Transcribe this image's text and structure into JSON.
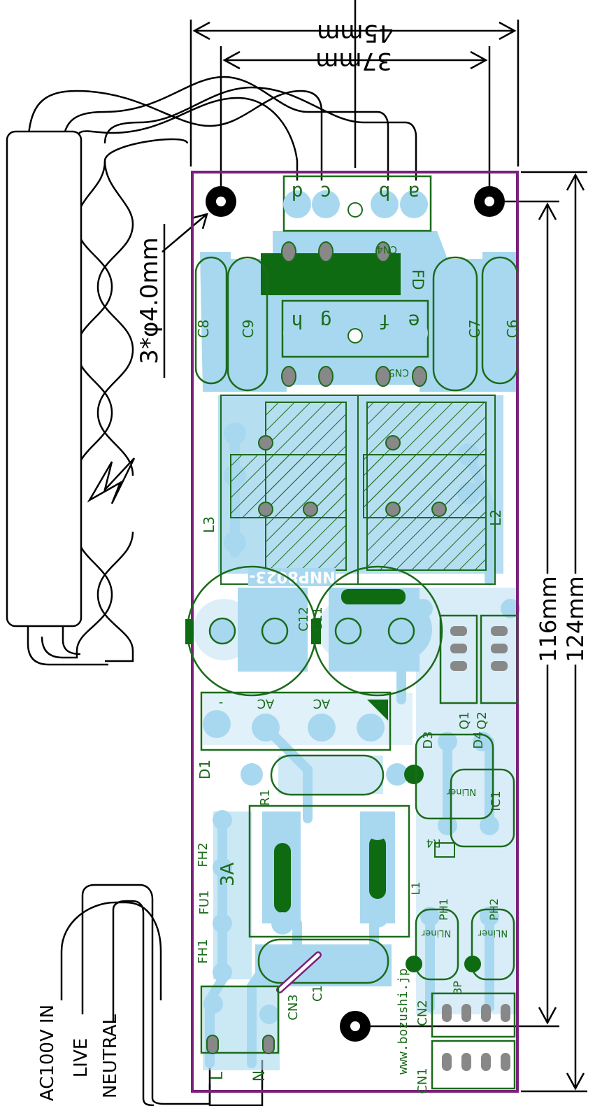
{
  "dimensions": {
    "width_45": "45mm",
    "width_37": "37mm",
    "height_116": "116mm",
    "height_124": "124mm",
    "hole_spec": "3*φ4.0mm"
  },
  "input": {
    "title": "AC100V IN",
    "live": "LIVE",
    "neutral": "NEUTRAL",
    "pin_l": "L",
    "pin_n": "N"
  },
  "pcb": {
    "outline_color": "#7a1f7a",
    "copper_color": "#a8d8ef",
    "silk_color": "#1b6b1b",
    "pad_color": "#c8c8c8",
    "part_number": "NNP8023-",
    "url": "www.bozushi.jp",
    "fuse_rating": "3A",
    "jumper_count_label": "3P"
  },
  "components": {
    "cn4": "CN4",
    "cn5": "CN5",
    "cn3": "CN3",
    "cn2": "CN2",
    "cn1": "CN1",
    "c6": "C6",
    "c7": "C7",
    "c8": "C8",
    "c9": "C9",
    "c11": "C11",
    "c12": "C12",
    "c1": "C1",
    "l1": "L1",
    "l2": "L2",
    "l3": "L3",
    "d1": "D1",
    "d3": "D3",
    "d4": "D4",
    "q1": "Q1",
    "q2": "Q2",
    "r1": "R1",
    "r4": "R4",
    "ic1": "IC1",
    "ph1": "PH1",
    "ph2": "PH2",
    "fh1": "FH1",
    "fh2": "FH2",
    "fu1": "FU1",
    "fd": "FD",
    "nliner_1": "NLiner",
    "nliner_2": "NLiner",
    "nliner_3": "NLiner",
    "bridge_minus": "-",
    "bridge_ac1": "AC",
    "bridge_ac2": "AC",
    "bridge_plus": "+"
  },
  "connector_pins": {
    "cn4": [
      "d",
      "c",
      "b",
      "a"
    ],
    "cn5": [
      "h",
      "g",
      "f",
      "e"
    ]
  }
}
